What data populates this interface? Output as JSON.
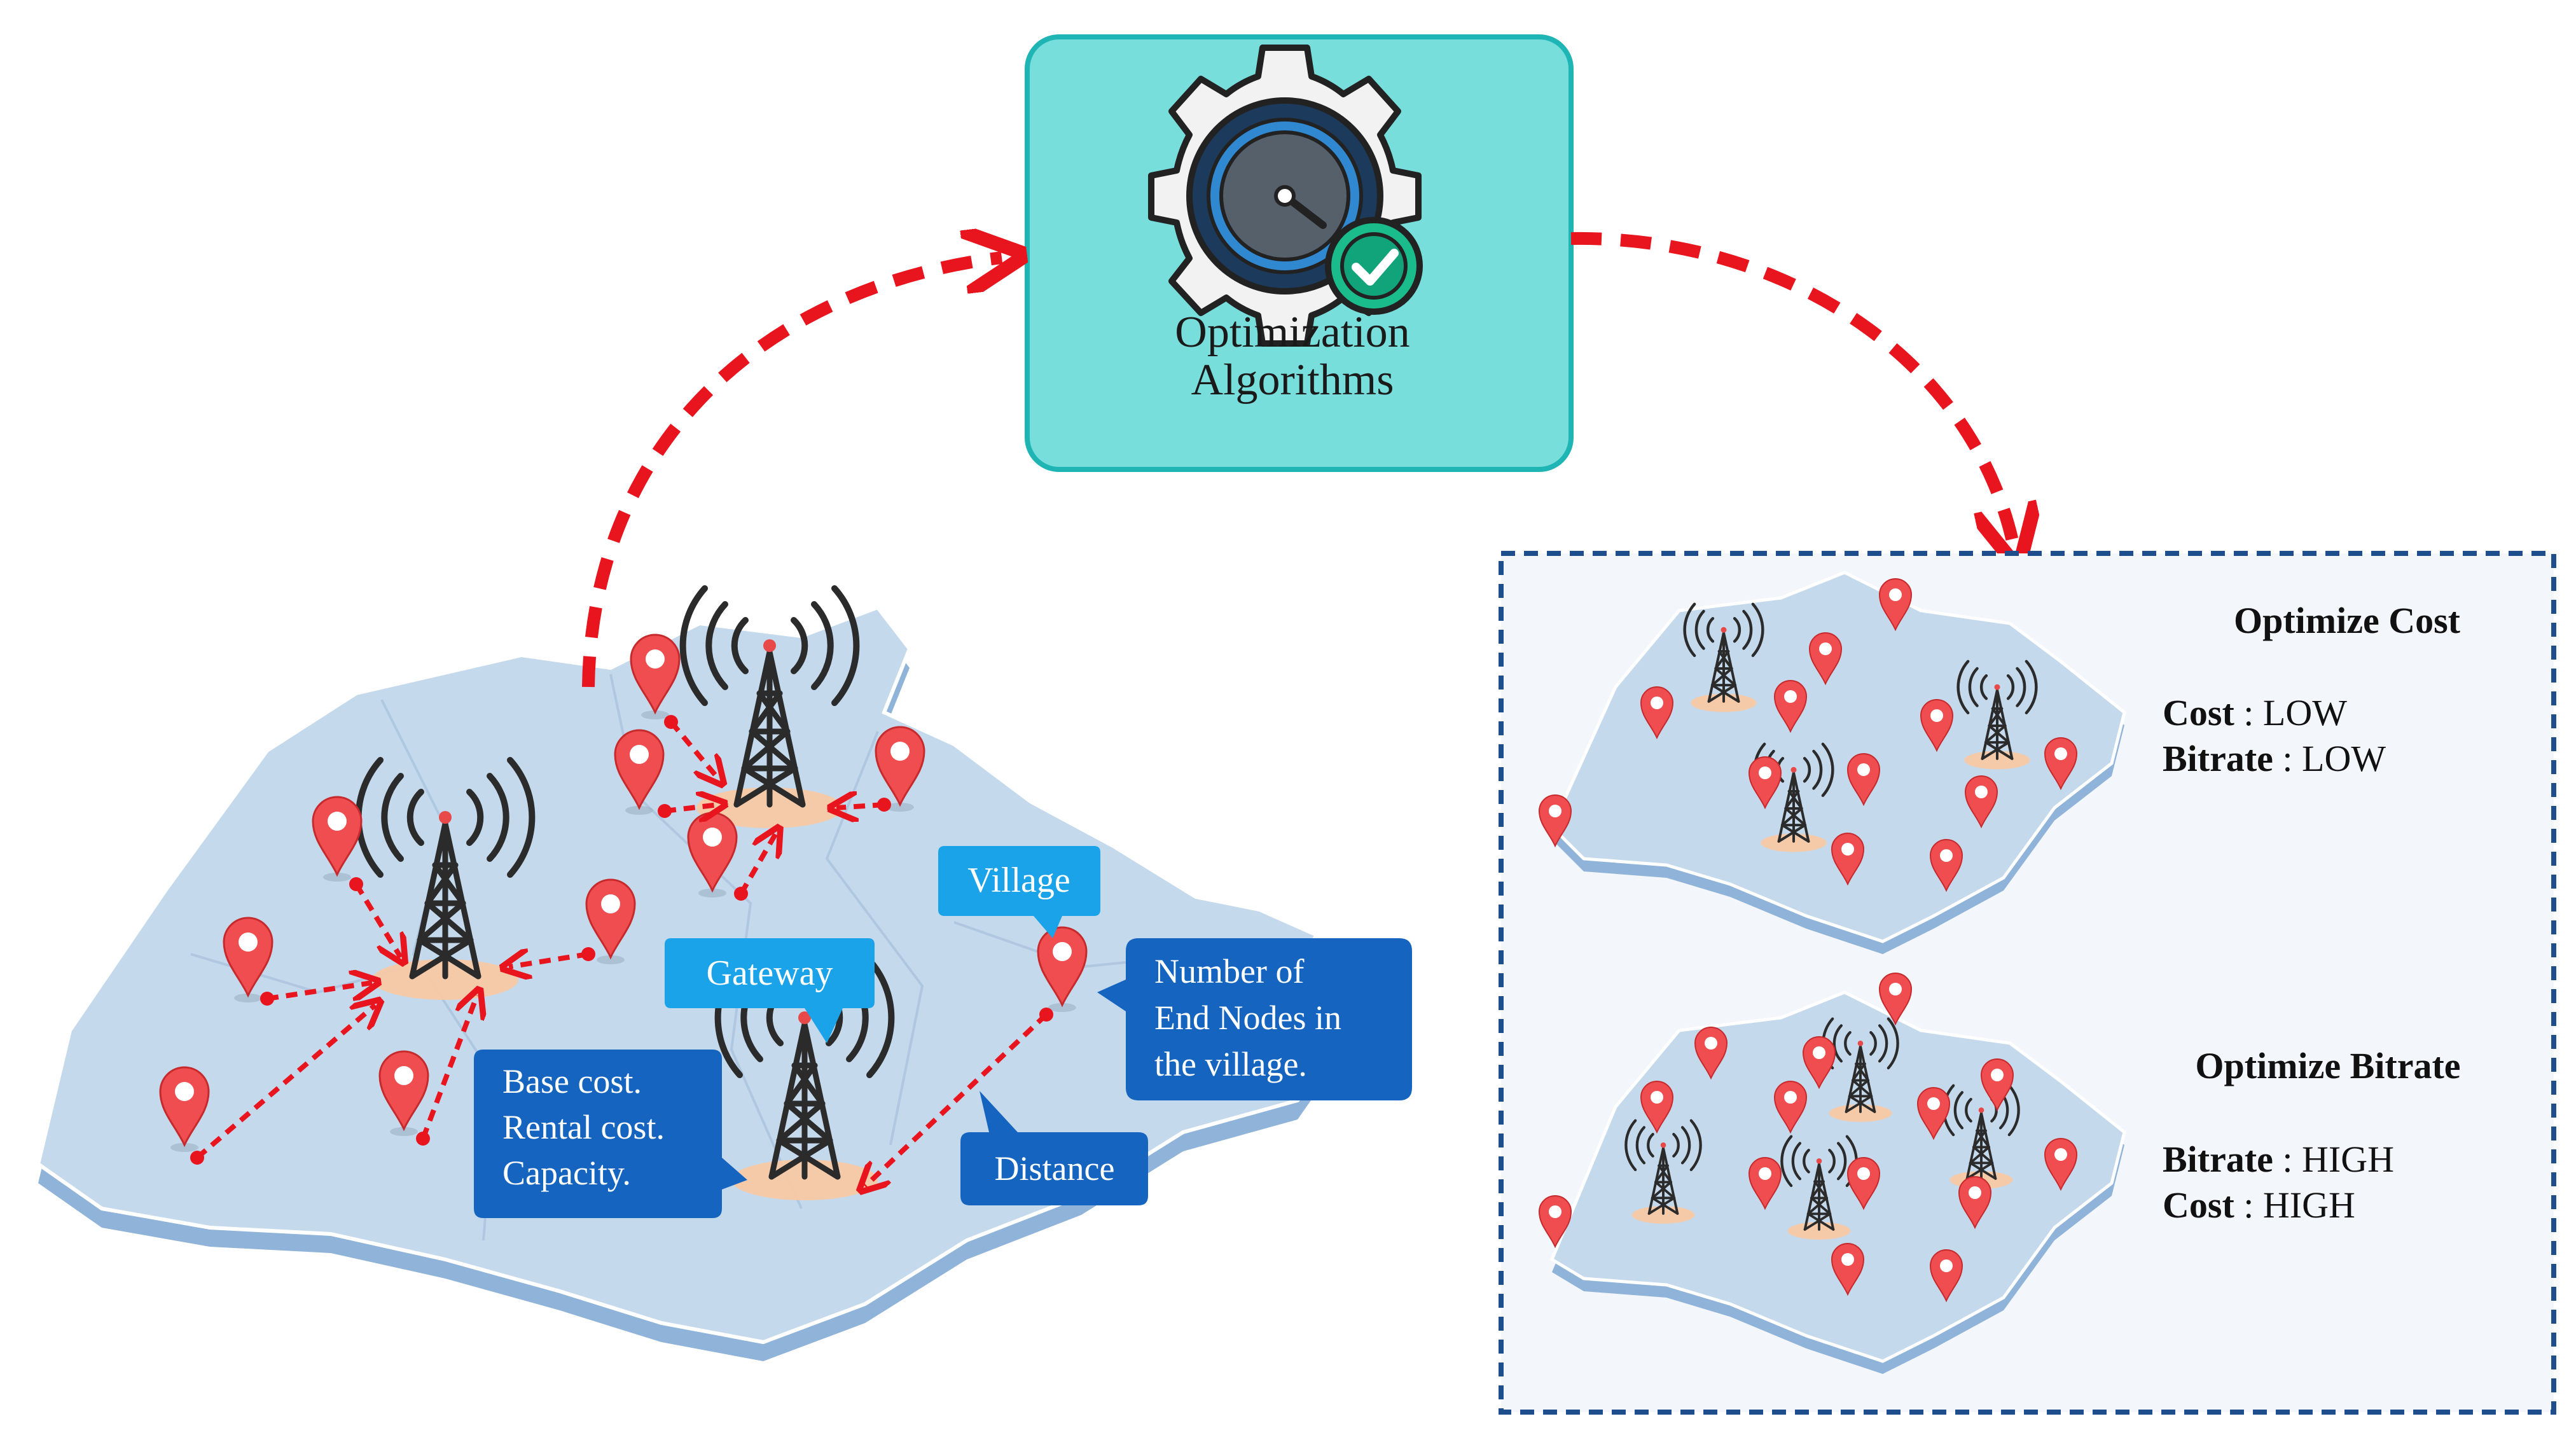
{
  "optimizer": {
    "line1": "Optimization",
    "line2": "Algorithms",
    "icon": "gear-gauge-check-icon",
    "fill": "#78dedb",
    "border": "#1fb5b5"
  },
  "left_map": {
    "village_label": "Village",
    "gateway_label": "Gateway",
    "gateway_props": [
      "Base cost.",
      "Rental cost.",
      "Capacity."
    ],
    "village_props": [
      "Number of",
      "End Nodes in",
      "the village."
    ],
    "distance_label": "Distance"
  },
  "results": {
    "cost_panel": {
      "title": "Optimize Cost",
      "row1_key": "Cost",
      "row1_sep": " : ",
      "row1_val": "LOW",
      "row2_key": "Bitrate",
      "row2_sep": " : ",
      "row2_val": "LOW"
    },
    "bitrate_panel": {
      "title": "Optimize Bitrate",
      "row1_key": "Bitrate",
      "row1_sep": " : ",
      "row1_val": "HIGH",
      "row2_key": "Cost",
      "row2_sep": " : ",
      "row2_val": "HIGH"
    }
  },
  "colors": {
    "arrow": "#e8141e",
    "pin": "#ef4d4f",
    "map_fill": "#c5d9ec",
    "map_edge": "#8fb3d9",
    "callout_light": "#1aa3e8",
    "callout_dark": "#1565c0",
    "panel_border": "#1f4e8c",
    "panel_bg": "#f3f6fb"
  }
}
